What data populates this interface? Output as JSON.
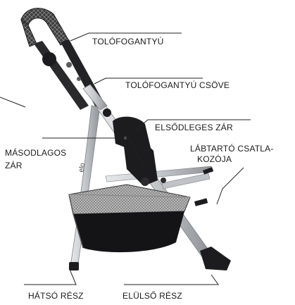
{
  "labels": {
    "push_handle": "TOLÓFOGANTYÚ",
    "push_handle_tube": "TOLÓFOGANTYÚ CSÖVE",
    "primary_lock": "ELSŐDLEGES ZÁR",
    "secondary_lock_line1": "MÁSODLAGOS",
    "secondary_lock_line2": "ZÁR",
    "footrest_connector_line1": "LÁBTARTÓ CSATLA-",
    "footrest_connector_line2": "KOZÓJA",
    "rear_part": "HÁTSÓ RÉSZ",
    "front_part": "ELÜLSŐ RÉSZ"
  },
  "frame_logo": "elo",
  "colors": {
    "frame_metal": "#c9ccd0",
    "frame_shadow": "#8f9398",
    "plastic_dark": "#1c1c1e",
    "basket_fabric": "#141416",
    "mesh": "#9a9a9a",
    "leader_line": "#222222"
  }
}
